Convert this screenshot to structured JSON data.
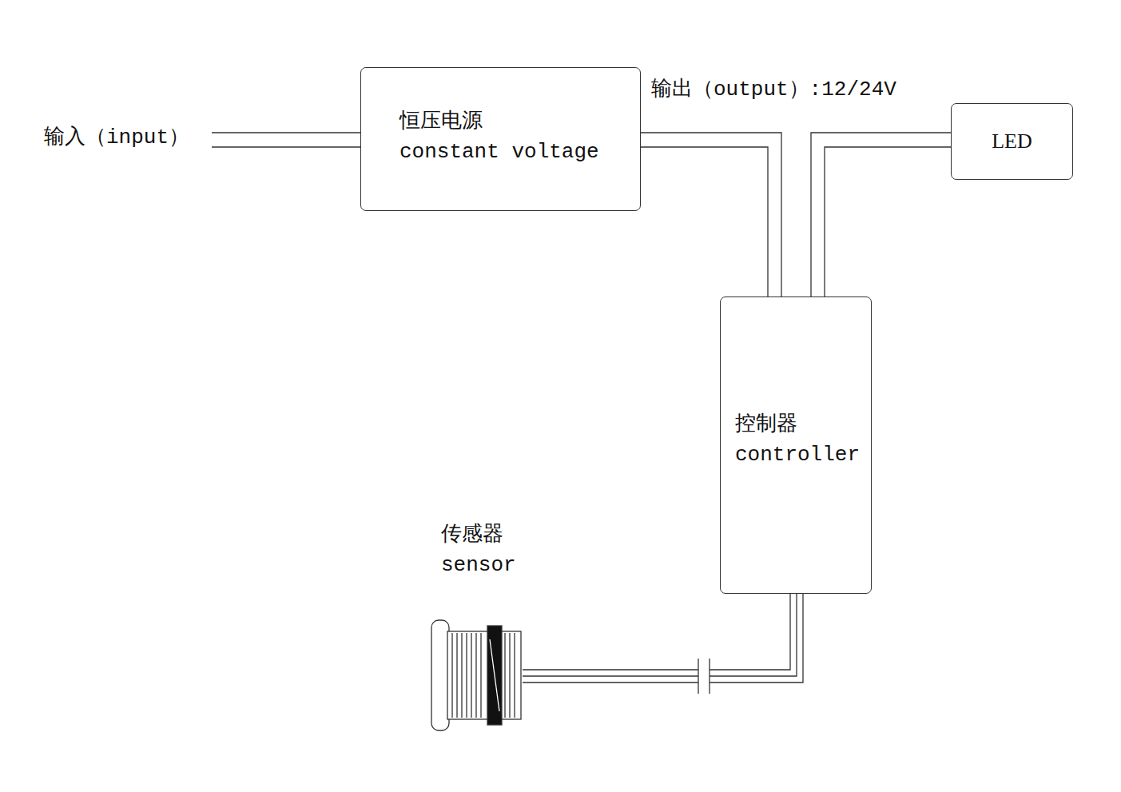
{
  "diagram": {
    "nodes": [
      {
        "text": [
          "恒压电源",
          "constant voltage"
        ]
      },
      {
        "text": [
          "LED"
        ]
      },
      {
        "text": [
          "控制器",
          "controller"
        ]
      },
      {
        "text": [
          "传感器",
          "sensor"
        ]
      }
    ],
    "edges": [
      {
        "from": 0,
        "to": 2,
        "arrow": "none"
      },
      {
        "from": 2,
        "to": 1,
        "arrow": "none"
      },
      {
        "from": 3,
        "to": 2,
        "arrow": "none"
      }
    ],
    "labels": [
      "输入（input）",
      "输出（output）:12/24V"
    ]
  }
}
